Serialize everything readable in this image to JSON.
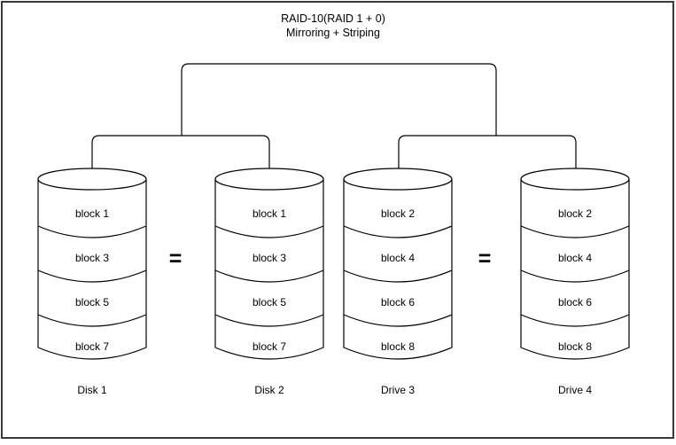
{
  "diagram": {
    "title_line1": "RAID-10(RAID 1 + 0)",
    "title_line2": "Mirroring + Striping",
    "stroke_color": "#000000",
    "frame_color": "#3a3a3a",
    "background_color": "#ffffff",
    "equality_symbol_1": "=",
    "equality_symbol_2": "=",
    "disks": [
      {
        "label": "Disk 1",
        "blocks": [
          "block 1",
          "block 3",
          "block 5",
          "block 7"
        ]
      },
      {
        "label": "Disk 2",
        "blocks": [
          "block 1",
          "block 3",
          "block 5",
          "block 7"
        ]
      },
      {
        "label": "Drive 3",
        "blocks": [
          "block 2",
          "block 4",
          "block 6",
          "block 8"
        ]
      },
      {
        "label": "Drive 4",
        "blocks": [
          "block 2",
          "block 4",
          "block 6",
          "block 8"
        ]
      }
    ]
  }
}
